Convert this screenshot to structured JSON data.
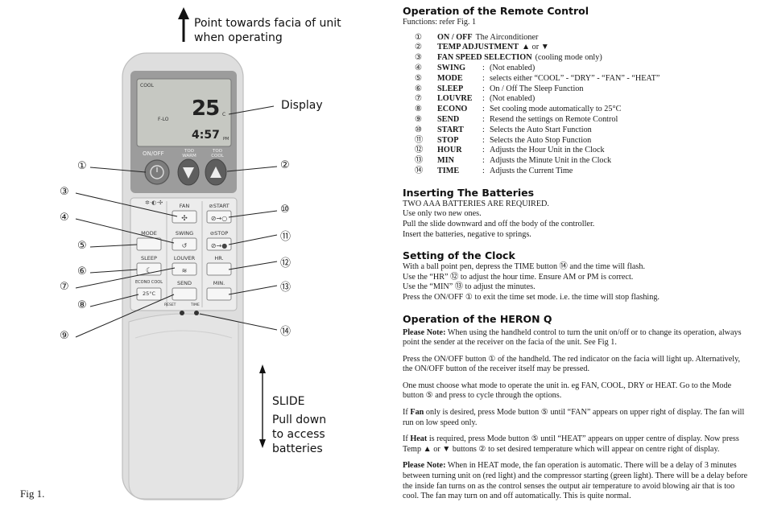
{
  "figure": {
    "point_note": [
      "Point towards facia of unit",
      "when operating"
    ],
    "display_label": "Display",
    "slide_label": "SLIDE",
    "pull_note": [
      "Pull down",
      "to access",
      "batteries"
    ],
    "fig_caption": "Fig 1.",
    "lcd": {
      "mode": "COOL",
      "fan": "F-LO",
      "temp": "25",
      "unit": "C",
      "time": "4:57",
      "ampm": "PM"
    },
    "remote_labels": {
      "onoff": "ON/OFF",
      "too_warm": "TOO WARM",
      "too_cool": "TOO COOL",
      "fan": "FAN",
      "start": "⊘START",
      "mode": "MODE",
      "swing": "SWING",
      "stop": "⊘STOP",
      "sleep": "SLEEP",
      "louver": "LOUVER",
      "hr": "HR.",
      "econo": "ECONO COOL",
      "send": "SEND",
      "min": "MIN.",
      "temp25": "25°C",
      "reset": "RESET",
      "time": "TIME"
    },
    "callouts": [
      "①",
      "②",
      "③",
      "④",
      "⑤",
      "⑥",
      "⑦",
      "⑧",
      "⑨",
      "⑩",
      "⑪",
      "⑫",
      "⑬",
      "⑭"
    ]
  },
  "remote_ops": {
    "title": "Operation of the Remote Control",
    "subtitle": "Functions: refer Fig. 1",
    "functions": [
      {
        "num": "①",
        "name": "ON / OFF",
        "colon": "",
        "desc": "The Airconditioner"
      },
      {
        "num": "②",
        "name": "TEMP ADJUSTMENT",
        "colon": "",
        "desc": "▲ or ▼"
      },
      {
        "num": "③",
        "name": "FAN SPEED SELECTION",
        "colon": "",
        "desc": "(cooling mode only)"
      },
      {
        "num": "④",
        "name": "SWING",
        "colon": ":",
        "desc": "(Not enabled)"
      },
      {
        "num": "⑤",
        "name": "MODE",
        "colon": ":",
        "desc": "selects either “COOL” - “DRY” - “FAN” - “HEAT”"
      },
      {
        "num": "⑥",
        "name": "SLEEP",
        "colon": ":",
        "desc": "On / Off The Sleep Function"
      },
      {
        "num": "⑦",
        "name": "LOUVRE",
        "colon": ":",
        "desc": "(Not enabled)"
      },
      {
        "num": "⑧",
        "name": "ECONO",
        "colon": ":",
        "desc": "Set cooling mode automatically to 25°C"
      },
      {
        "num": "⑨",
        "name": "SEND",
        "colon": ":",
        "desc": "Resend the settings on Remote Control"
      },
      {
        "num": "⑩",
        "name": "START",
        "colon": ":",
        "desc": "Selects the Auto Start Function"
      },
      {
        "num": "⑪",
        "name": "STOP",
        "colon": ":",
        "desc": "Selects the Auto Stop Function"
      },
      {
        "num": "⑫",
        "name": "HOUR",
        "colon": ":",
        "desc": "Adjusts the Hour Unit in the Clock"
      },
      {
        "num": "⑬",
        "name": "MIN",
        "colon": ":",
        "desc": "Adjusts the Minute Unit in the Clock"
      },
      {
        "num": "⑭",
        "name": "TIME",
        "colon": ":",
        "desc": "Adjusts the Current Time"
      }
    ]
  },
  "batteries": {
    "title": "Inserting The Batteries",
    "lines": [
      "TWO AAA BATTERIES ARE REQUIRED.",
      "Use only two new ones.",
      "Pull the slide downward and off the body of the controller.",
      "Insert the batteries, negative to springs."
    ]
  },
  "clock": {
    "title": "Setting of the Clock",
    "lines": [
      "With a ball point pen, depress the TIME button ⑭ and the time will flash.",
      "Use the “HR” ⑫ to adjust the hour time. Ensure AM or PM is correct.",
      "Use the “MIN” ⑬ to adjust the minutes.",
      "Press the ON/OFF ① to exit the time set mode. i.e. the time will stop flashing."
    ]
  },
  "heron": {
    "title": "Operation of the HERON Q",
    "p1_bold": "Please Note:",
    "p1": " When using the handheld control to turn the unit on/off or to change its operation, always point the sender at the receiver on the facia of the unit. See Fig 1.",
    "p2": "Press the ON/OFF button ① of the handheld. The red indicator on the facia will light up. Alternatively, the ON/OFF button of the receiver itself may be pressed.",
    "p3": "One must choose what mode to operate the unit in. eg FAN, COOL, DRY or HEAT. Go to the Mode button ⑤ and press to cycle through the options.",
    "p4_pre": "If ",
    "p4_bold": "Fan",
    "p4": " only is desired, press Mode button ⑤ until “FAN” appears on upper right of display. The fan will run on low speed only.",
    "p5_pre": "If ",
    "p5_bold": "Heat",
    "p5": " is required, press Mode button ⑤ until “HEAT” appears on upper centre of display. Now press Temp ▲ or ▼ buttons ② to set desired temperature which will appear on centre right of display.",
    "p6_bold": "Please Note:",
    "p6": " When in HEAT mode, the fan operation is automatic. There will be a delay of 3 minutes between turning unit on (red light) and the compressor starting (green light). There will be a delay before the inside fan turns on as the control senses the output air temperature to avoid blowing air that is too cool. The fan may turn on and off automatically. This is quite normal."
  }
}
